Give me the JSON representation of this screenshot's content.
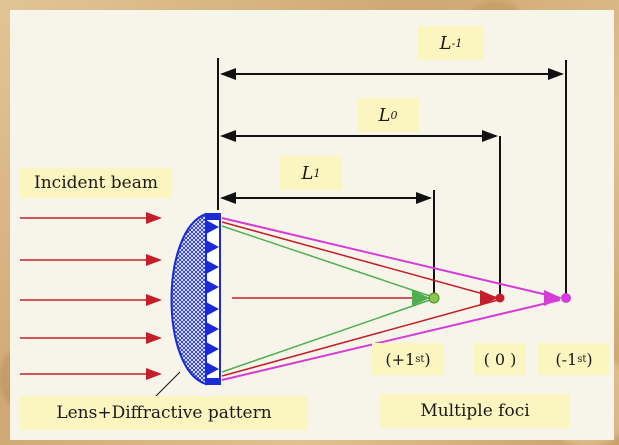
{
  "labels": {
    "incident_beam": "Incident beam",
    "lens": "Lens+Diffractive pattern",
    "foci": "Multiple foci"
  },
  "lengths": [
    {
      "symbol": "L",
      "sub": "-1"
    },
    {
      "symbol": "L",
      "sub": "0"
    },
    {
      "symbol": "L",
      "sub": "1"
    }
  ],
  "orders": [
    {
      "open": "(+1",
      "sup": "st",
      "close": ")"
    },
    {
      "open": "( 0 )",
      "sup": "",
      "close": ""
    },
    {
      "open": "(-1",
      "sup": "st",
      "close": ")"
    }
  ],
  "colors": {
    "incident": "#c41e2a",
    "order_plus1": "#4fae4f",
    "order_zero": "#c41e2a",
    "order_minus1": "#d63cd6",
    "lens_blue": "#1a2bd6",
    "dimension_line": "#111111"
  }
}
